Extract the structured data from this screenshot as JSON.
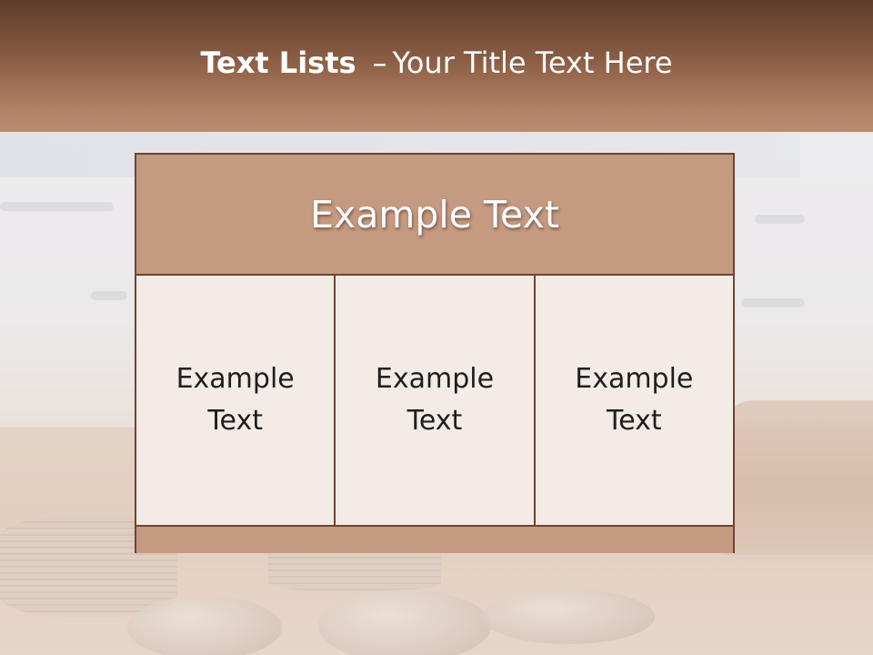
{
  "slide": {
    "title_bold": "Text Lists",
    "title_separator": "–",
    "title_rest": "Your Title Text Here"
  },
  "table": {
    "header": "Example Text",
    "cells": [
      "Example Text",
      "Example Text",
      "Example Text"
    ]
  },
  "colors": {
    "title_bar": "#8a5d44",
    "header_fill": "#c49a81",
    "cell_fill": "#f3ebe6",
    "border": "#6e4332"
  }
}
